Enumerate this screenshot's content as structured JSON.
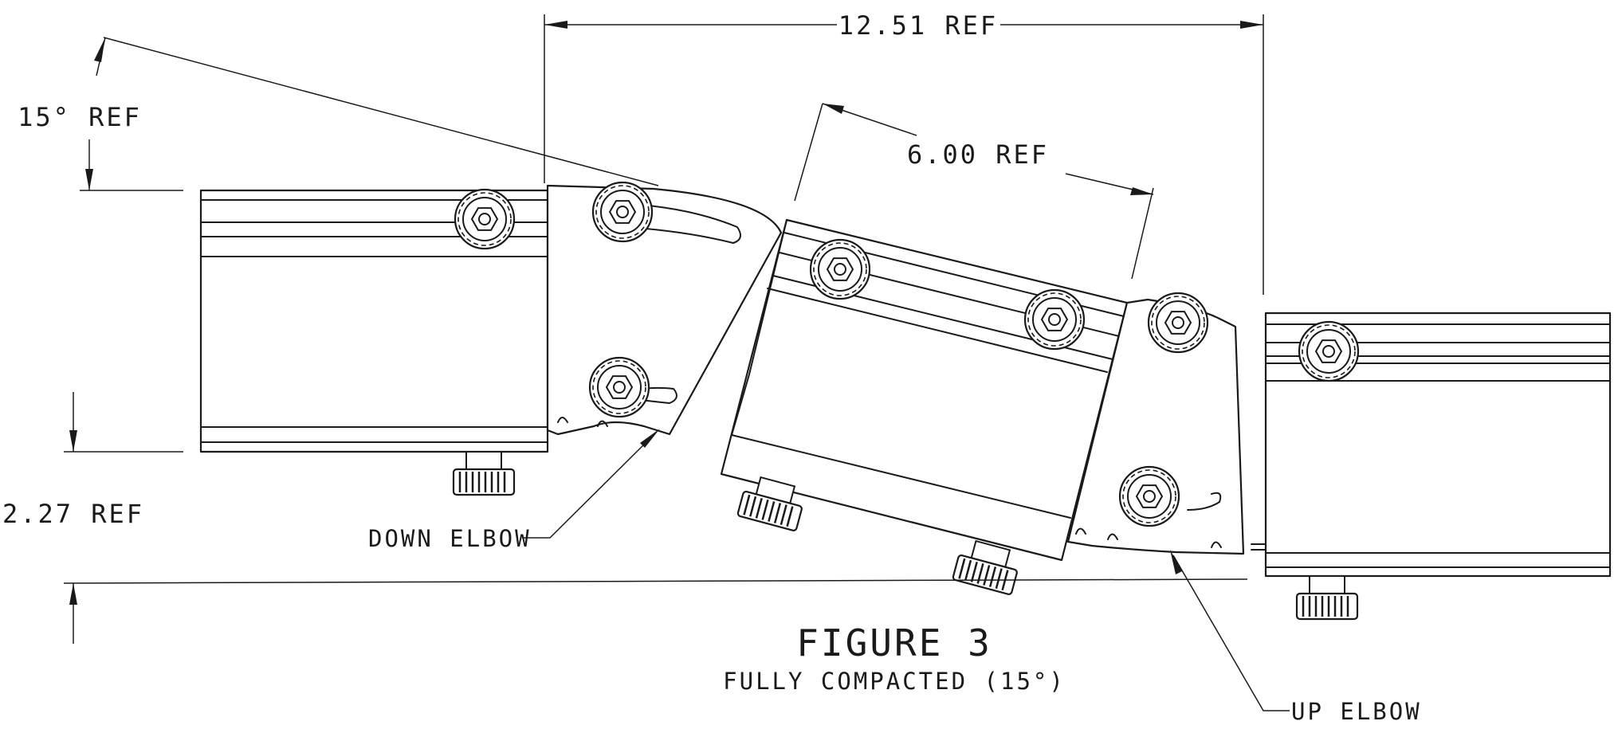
{
  "figure": {
    "title": "FIGURE 3",
    "subtitle": "FULLY COMPACTED (15°)"
  },
  "dimensions": {
    "overall_length": "12.51 REF",
    "center_section_length": "6.00 REF",
    "angle": "15° REF",
    "vertical_drop": "2.27 REF"
  },
  "callouts": {
    "down_elbow": "DOWN ELBOW",
    "up_elbow": "UP ELBOW"
  }
}
